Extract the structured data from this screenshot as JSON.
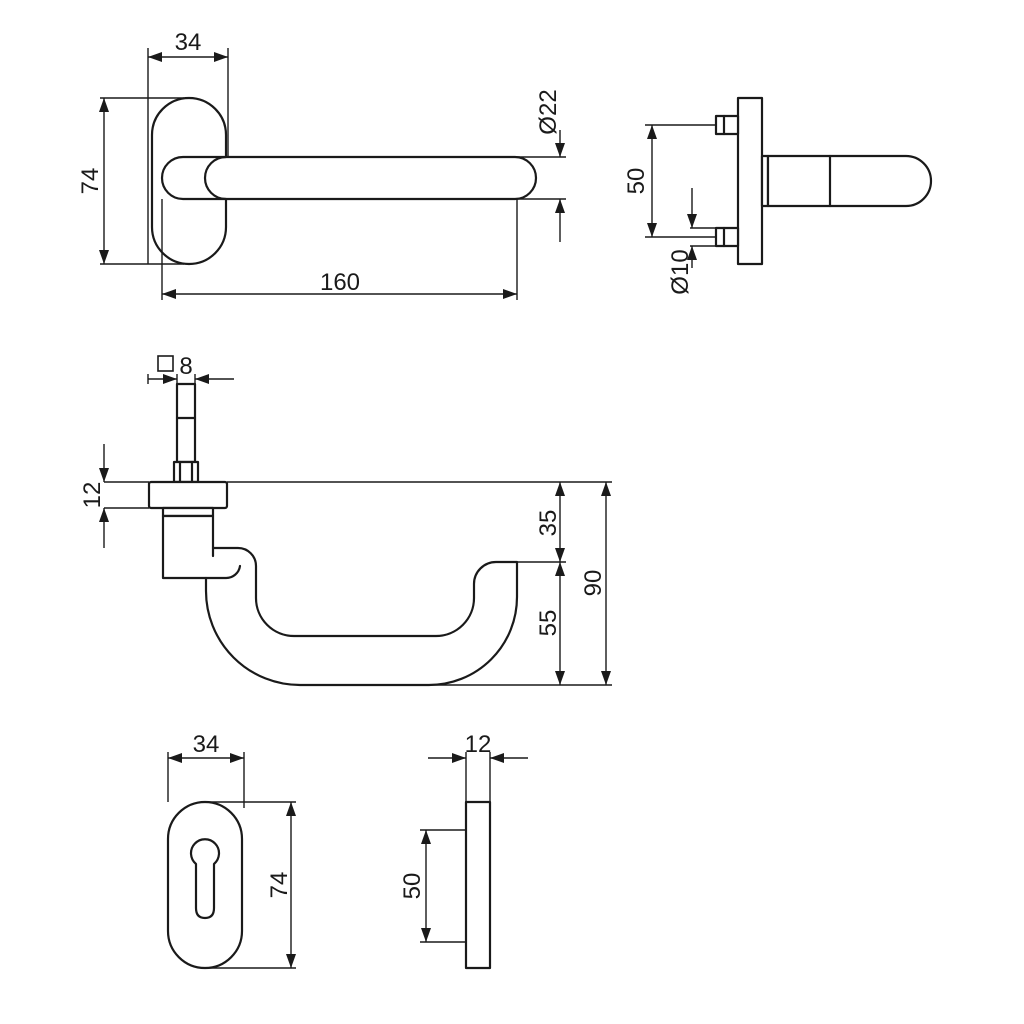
{
  "views": {
    "lever_top": {
      "rose_width": "34",
      "rose_height": "74",
      "lever_length": "160",
      "lever_diameter": "Ø22"
    },
    "lever_side": {
      "pin_spacing": "50",
      "pin_diameter": "Ø10"
    },
    "lever_front": {
      "spindle": "8",
      "rose_thickness": "12",
      "offset_upper": "35",
      "offset_lower": "55",
      "total_height": "90"
    },
    "escutcheon_front": {
      "width": "34",
      "height": "74"
    },
    "escutcheon_side": {
      "thickness": "12",
      "pin_spacing": "50"
    }
  }
}
